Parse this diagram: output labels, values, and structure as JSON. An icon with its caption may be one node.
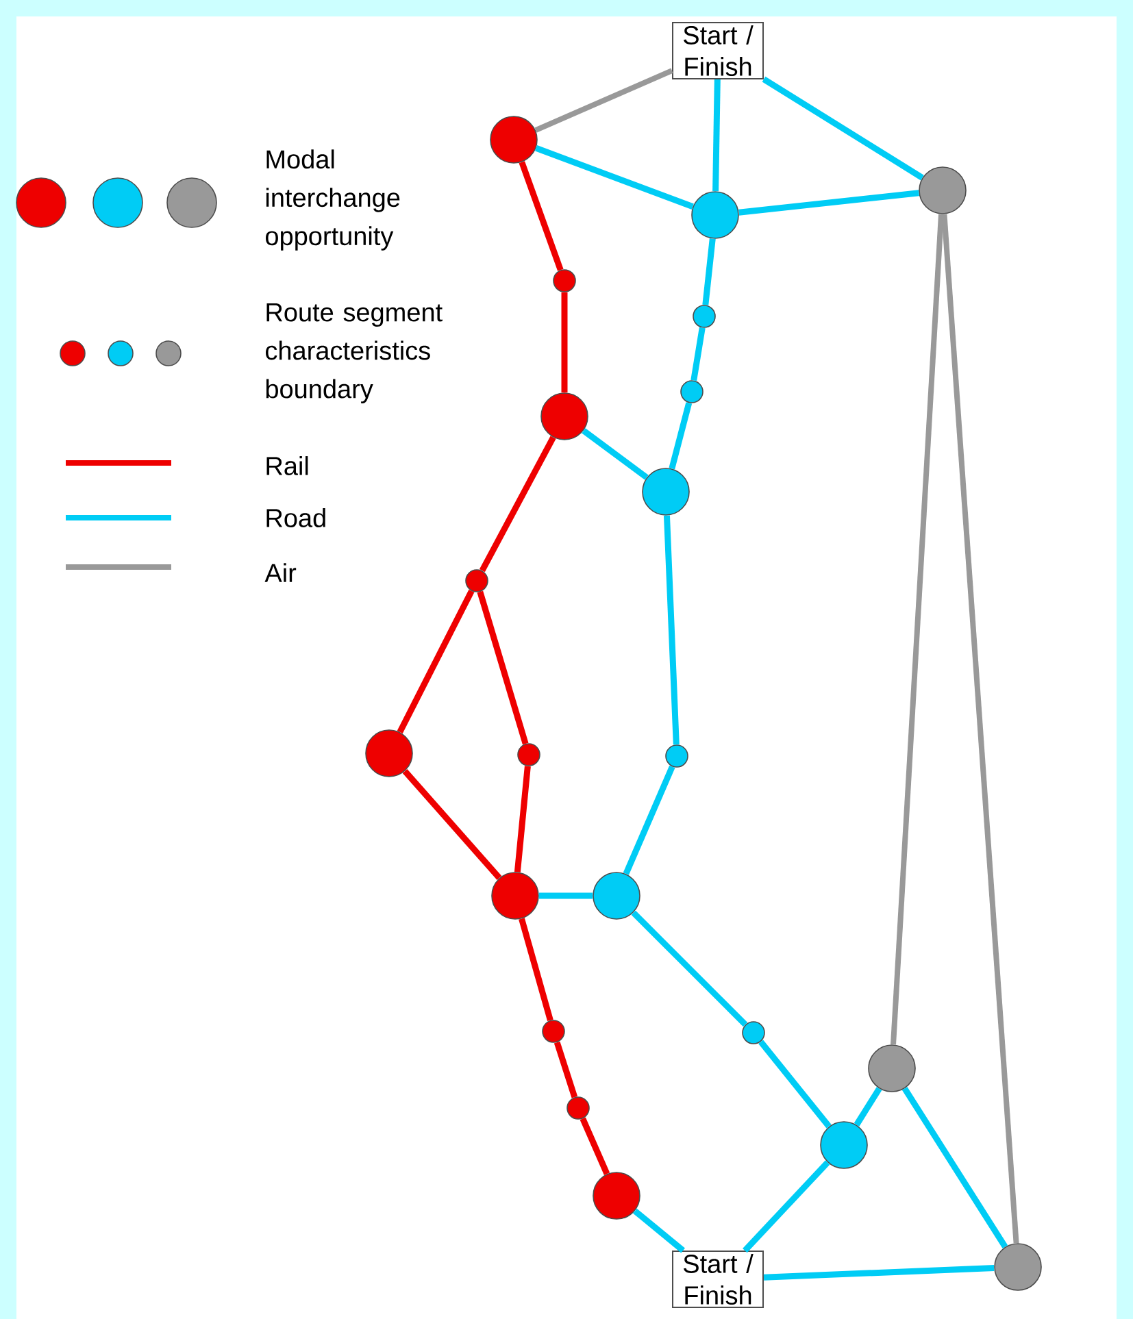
{
  "diagram": {
    "nodes": [
      {
        "text": [
          "Start / Finish"
        ]
      },
      {
        "text": [],
        "shape": "circle"
      },
      {
        "text": [],
        "shape": "circle"
      },
      {
        "text": [],
        "shape": "circle"
      },
      {
        "text": [],
        "shape": "circle"
      },
      {
        "text": [],
        "shape": "circle"
      },
      {
        "text": [],
        "shape": "circle"
      },
      {
        "text": [],
        "shape": "circle"
      },
      {
        "text": [],
        "shape": "circle"
      },
      {
        "text": [],
        "shape": "circle"
      },
      {
        "text": [],
        "shape": "circle"
      },
      {
        "text": [],
        "shape": "circle"
      },
      {
        "text": [],
        "shape": "circle"
      },
      {
        "text": [],
        "shape": "circle"
      },
      {
        "text": [],
        "shape": "circle"
      },
      {
        "text": [],
        "shape": "circle"
      },
      {
        "text": [],
        "shape": "circle"
      },
      {
        "text": [],
        "shape": "circle"
      },
      {
        "text": [],
        "shape": "circle"
      },
      {
        "text": [],
        "shape": "circle"
      },
      {
        "text": [],
        "shape": "circle"
      },
      {
        "text": [
          "Start / Finish"
        ]
      },
      {
        "text": [],
        "shape": "circle"
      }
    ],
    "edges": [
      {
        "from": 0,
        "to": 1,
        "arrow": "none",
        "color": "#999999"
      },
      {
        "from": 0,
        "to": 2,
        "arrow": "none"
      },
      {
        "from": 0,
        "to": 3,
        "arrow": "none"
      },
      {
        "from": 1,
        "to": 2,
        "arrow": "none"
      },
      {
        "from": 2,
        "to": 3,
        "arrow": "none"
      },
      {
        "from": 1,
        "to": 4,
        "arrow": "none",
        "color": "#ee0000"
      },
      {
        "from": 4,
        "to": 7,
        "arrow": "none",
        "color": "#ee0000"
      },
      {
        "from": 2,
        "to": 5,
        "arrow": "none"
      },
      {
        "from": 5,
        "to": 6,
        "arrow": "none"
      },
      {
        "from": 6,
        "to": 8,
        "arrow": "none"
      },
      {
        "from": 7,
        "to": 8,
        "arrow": "none"
      },
      {
        "from": 7,
        "to": 9,
        "arrow": "none",
        "color": "#ee0000"
      },
      {
        "from": 9,
        "to": 10,
        "arrow": "none",
        "color": "#ee0000"
      },
      {
        "from": 9,
        "to": 11,
        "arrow": "none",
        "color": "#ee0000"
      },
      {
        "from": 10,
        "to": 13,
        "arrow": "none",
        "color": "#ee0000"
      },
      {
        "from": 11,
        "to": 13,
        "arrow": "none",
        "color": "#ee0000"
      },
      {
        "from": 8,
        "to": 12,
        "arrow": "none"
      },
      {
        "from": 12,
        "to": 14,
        "arrow": "none"
      },
      {
        "from": 13,
        "to": 14,
        "arrow": "none"
      },
      {
        "from": 3,
        "to": 17,
        "arrow": "none",
        "color": "#999999"
      },
      {
        "from": 3,
        "to": 22,
        "arrow": "none",
        "color": "#999999"
      },
      {
        "from": 14,
        "to": 16,
        "arrow": "none"
      },
      {
        "from": 16,
        "to": 19,
        "arrow": "none"
      },
      {
        "from": 19,
        "to": 17,
        "arrow": "none"
      },
      {
        "from": 17,
        "to": 22,
        "arrow": "none"
      },
      {
        "from": 13,
        "to": 15,
        "arrow": "none",
        "color": "#ee0000"
      },
      {
        "from": 15,
        "to": 18,
        "arrow": "none",
        "color": "#ee0000"
      },
      {
        "from": 18,
        "to": 20,
        "arrow": "none",
        "color": "#ee0000"
      },
      {
        "from": 20,
        "to": 21,
        "arrow": "none"
      },
      {
        "from": 21,
        "to": 19,
        "arrow": "none"
      },
      {
        "from": 21,
        "to": 22,
        "arrow": "none"
      }
    ],
    "legend": [
      {
        "text": "Modal interchange opportunity"
      },
      {
        "text": "Route segment characteristics boundary"
      },
      {
        "text": "Rail"
      },
      {
        "text": "Road"
      },
      {
        "text": "Air"
      }
    ]
  }
}
